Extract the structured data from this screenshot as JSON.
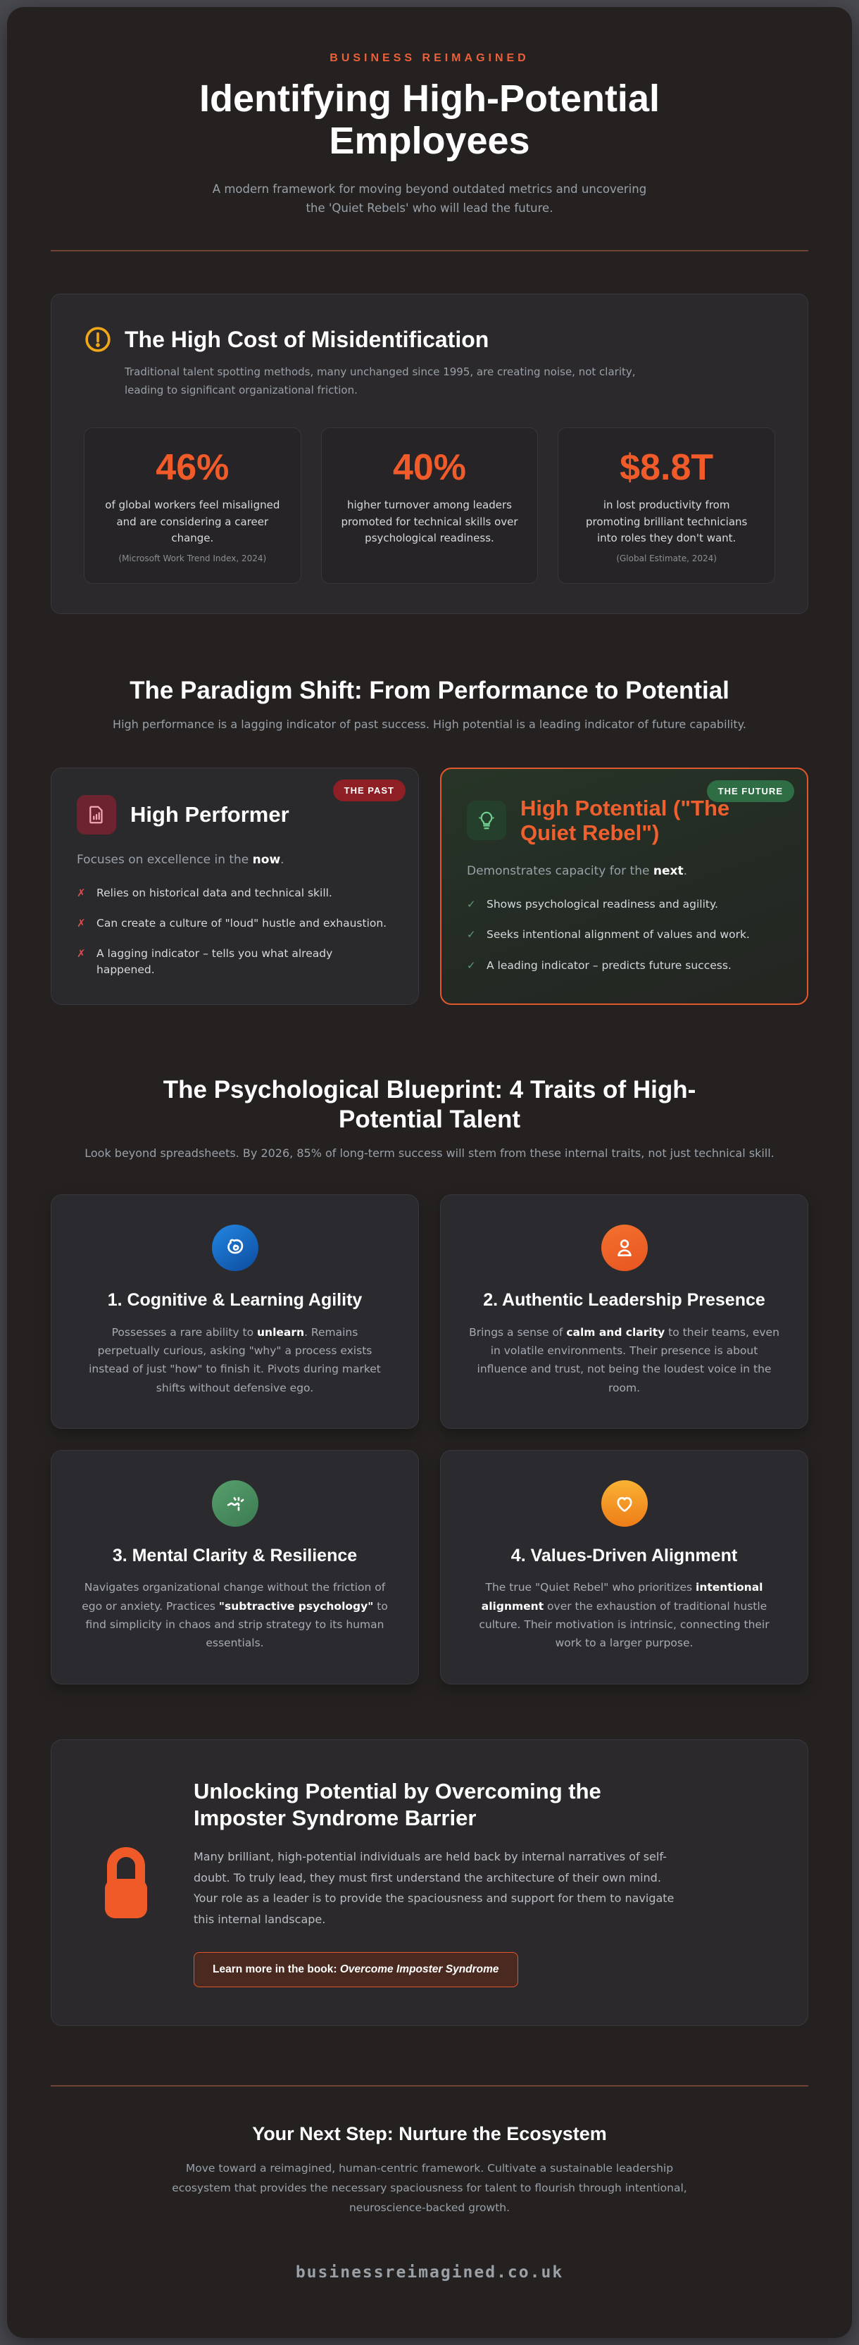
{
  "header": {
    "kicker": "BUSINESS REIMAGINED",
    "title": "Identifying High-Potential Employees",
    "subtitle": "A modern framework for moving beyond outdated metrics and uncovering the 'Quiet Rebels' who will lead the future."
  },
  "cost": {
    "title": "The High Cost of Misidentification",
    "description": "Traditional talent spotting methods, many unchanged since 1995, are creating noise, not clarity, leading to significant organizational friction.",
    "stats": [
      {
        "value": "46%",
        "text": "of global workers feel misaligned and are considering a career change.",
        "source": "(Microsoft Work Trend Index, 2024)"
      },
      {
        "value": "40%",
        "text": "higher turnover among leaders promoted for technical skills over psychological readiness.",
        "source": ""
      },
      {
        "value": "$8.8T",
        "text": "in lost productivity from promoting brilliant technicians into roles they don't want.",
        "source": "(Global Estimate, 2024)"
      }
    ]
  },
  "paradigm": {
    "title": "The Paradigm Shift: From Performance to Potential",
    "subtitle": "High performance is a lagging indicator of past success. High potential is a leading indicator of future capability.",
    "past": {
      "badge": "THE PAST",
      "title": "High Performer",
      "lead_prefix": "Focuses on excellence in the ",
      "lead_bold": "now",
      "lead_suffix": ".",
      "bullets": [
        "Relies on historical data and technical skill.",
        "Can create a culture of \"loud\" hustle and exhaustion.",
        "A lagging indicator – tells you what already happened."
      ]
    },
    "future": {
      "badge": "THE FUTURE",
      "title": "High Potential (\"The Quiet Rebel\")",
      "lead_prefix": "Demonstrates capacity for the ",
      "lead_bold": "next",
      "lead_suffix": ".",
      "bullets": [
        "Shows psychological readiness and agility.",
        "Seeks intentional alignment of values and work.",
        "A leading indicator – predicts future success."
      ]
    }
  },
  "blueprint": {
    "title": "The Psychological Blueprint: 4 Traits of High-Potential Talent",
    "subtitle": "Look beyond spreadsheets. By 2026, 85% of long-term success will stem from these internal traits, not just technical skill.",
    "traits": [
      {
        "title": "1. Cognitive & Learning Agility",
        "desc_prefix": "Possesses a rare ability to ",
        "desc_bold": "unlearn",
        "desc_suffix": ". Remains perpetually curious, asking \"why\" a process exists instead of just \"how\" to finish it. Pivots during market shifts without defensive ego."
      },
      {
        "title": "2. Authentic Leadership Presence",
        "desc_prefix": "Brings a sense of ",
        "desc_bold": "calm and clarity",
        "desc_suffix": " to their teams, even in volatile environments. Their presence is about influence and trust, not being the loudest voice in the room."
      },
      {
        "title": "3. Mental Clarity & Resilience",
        "desc_prefix": "Navigates organizational change without the friction of ego or anxiety. Practices ",
        "desc_bold": "\"subtractive psychology\"",
        "desc_suffix": " to find simplicity in chaos and strip strategy to its human essentials."
      },
      {
        "title": "4. Values-Driven Alignment",
        "desc_prefix": "The true \"Quiet Rebel\" who prioritizes ",
        "desc_bold": "intentional alignment",
        "desc_suffix": " over the exhaustion of traditional hustle culture. Their motivation is intrinsic, connecting their work to a larger purpose."
      }
    ]
  },
  "imposter": {
    "title": "Unlocking Potential by Overcoming the Imposter Syndrome Barrier",
    "text": "Many brilliant, high-potential individuals are held back by internal narratives of self-doubt. To truly lead, they must first understand the architecture of their own mind. Your role as a leader is to provide the spaciousness and support for them to navigate this internal landscape.",
    "button_prefix": "Learn more in the book: ",
    "button_book": "Overcome Imposter Syndrome"
  },
  "footer": {
    "title": "Your Next Step: Nurture the Ecosystem",
    "text": "Move toward a reimagined, human-centric framework. Cultivate a sustainable leadership ecosystem that provides the necessary spaciousness for talent to flourish through intentional, neuroscience-backed growth.",
    "site": "businessreimagined.co.uk"
  },
  "marks": {
    "cross": "✗",
    "check": "✓"
  },
  "colors": {
    "accent_orange": "#f15b2a",
    "kicker_orange": "#e9603a",
    "warning_yellow": "#f0a818",
    "past_red": "#8e1f24",
    "future_green": "#2f6e44",
    "future_border": "#e2582c",
    "cross_red": "#d94f4f",
    "check_green": "#5d9c77",
    "page_bg": "#242120",
    "card_bg": "#2b292c"
  }
}
